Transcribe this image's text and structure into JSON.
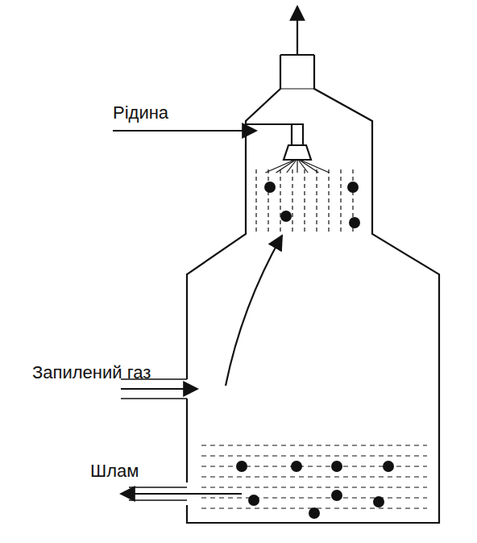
{
  "diagram": {
    "labels": [
      "Рідина",
      "Запилений газ",
      "Шлам"
    ]
  }
}
